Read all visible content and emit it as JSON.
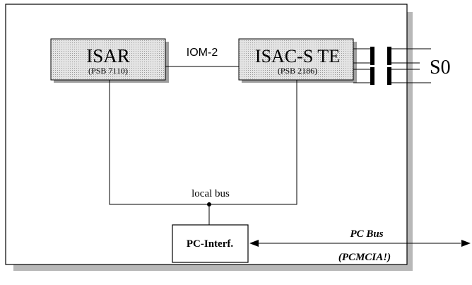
{
  "diagram": {
    "isar": {
      "title": "ISAR",
      "part": "(PSB 7110)"
    },
    "isac": {
      "title": "ISAC-S TE",
      "part": "(PSB 2186)"
    },
    "iom_label": "IOM-2",
    "s0_label": "S0",
    "local_bus_label": "local bus",
    "pc_interface_label": "PC-Interf.",
    "pc_bus_label": "PC Bus",
    "pcmcia_label": "(PCMCIA!)",
    "colors": {
      "chip_fill": "#d6d6d6",
      "shadow": "#b8b8b8",
      "line": "#000000",
      "background": "#ffffff"
    }
  }
}
